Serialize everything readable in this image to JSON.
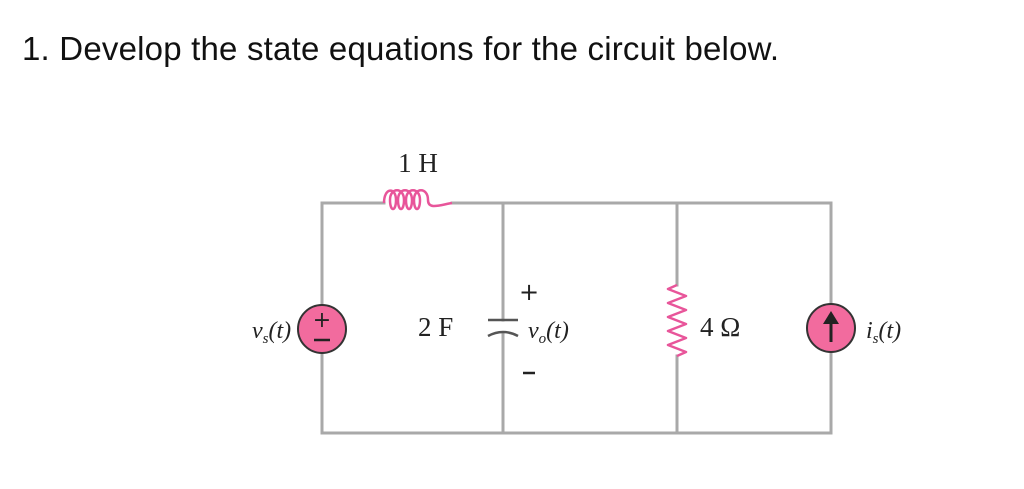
{
  "question": {
    "text": "1. Develop the state equations for the circuit below."
  },
  "circuit": {
    "colors": {
      "wire": "#a9a9a9",
      "source_fill": "#f26b9e",
      "inductor": "#e8559a",
      "text": "#222222"
    },
    "inductor": {
      "value": "1 H"
    },
    "capacitor": {
      "value": "2 F",
      "plus": "+",
      "minus": "−"
    },
    "capacitor_voltage": {
      "symbol": "v",
      "subscript": "o",
      "arg": "(t)"
    },
    "resistor": {
      "value": "4 Ω"
    },
    "voltage_source": {
      "symbol": "v",
      "subscript": "s",
      "arg": "(t)",
      "polarity_plus": "+",
      "polarity_minus": "−"
    },
    "current_source": {
      "symbol": "i",
      "subscript": "s",
      "arg": "(t)"
    }
  }
}
